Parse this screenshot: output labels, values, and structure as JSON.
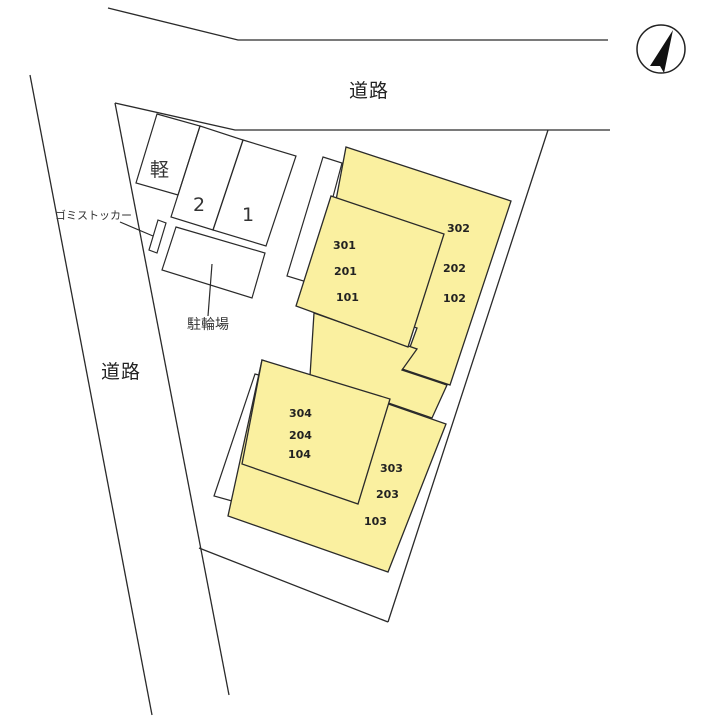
{
  "map": {
    "roads": {
      "north": "道路",
      "west": "道路"
    },
    "facilities": {
      "kei_parking": "軽",
      "parking_2": "2",
      "parking_1": "1",
      "garbage_stocker": "ゴミストッカー",
      "bicycle_parking": "駐輪場"
    },
    "units": {
      "north_west": [
        "301",
        "201",
        "101"
      ],
      "north_east": [
        "302",
        "202",
        "102"
      ],
      "south_west": [
        "304",
        "204",
        "104"
      ],
      "south_east": [
        "303",
        "203",
        "103"
      ]
    },
    "compass": "north-arrow",
    "colors": {
      "building_fill": "#faf0a0",
      "line": "#2a2a2a",
      "background": "#ffffff"
    }
  }
}
